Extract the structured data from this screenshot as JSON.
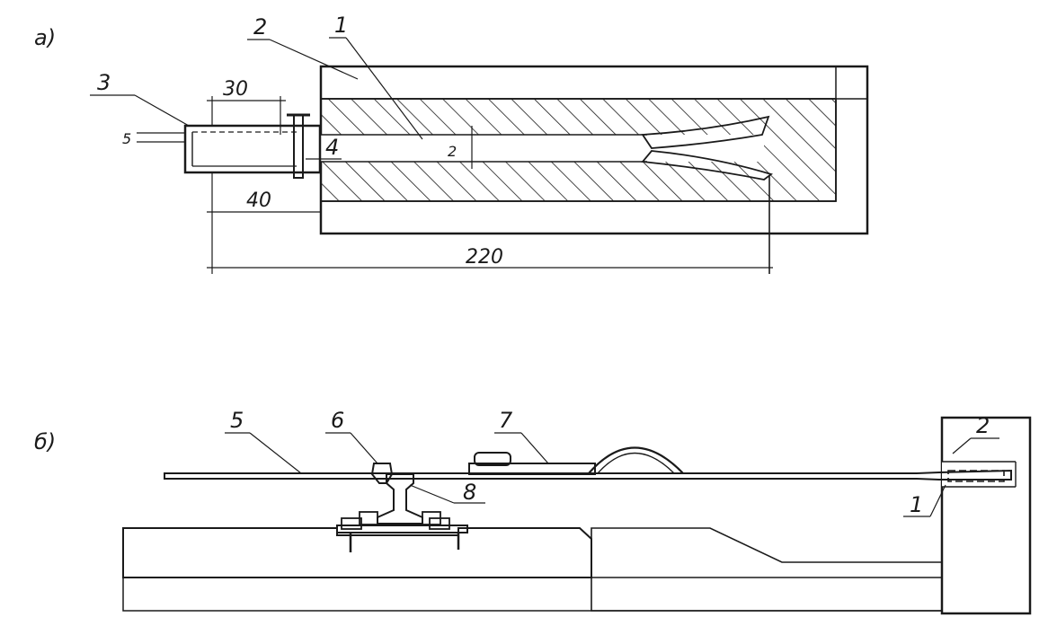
{
  "view_a": {
    "title": "а)",
    "callouts": {
      "c1": "1",
      "c2": "2",
      "c3": "3",
      "c4": "4"
    },
    "dims": {
      "d30": "30",
      "d5": "5",
      "d2": "2",
      "d40": "40",
      "d220": "220"
    }
  },
  "view_b": {
    "title": "б)",
    "callouts": {
      "c5": "5",
      "c6": "6",
      "c7": "7",
      "c8": "8",
      "c2": "2",
      "c1": "1"
    }
  }
}
